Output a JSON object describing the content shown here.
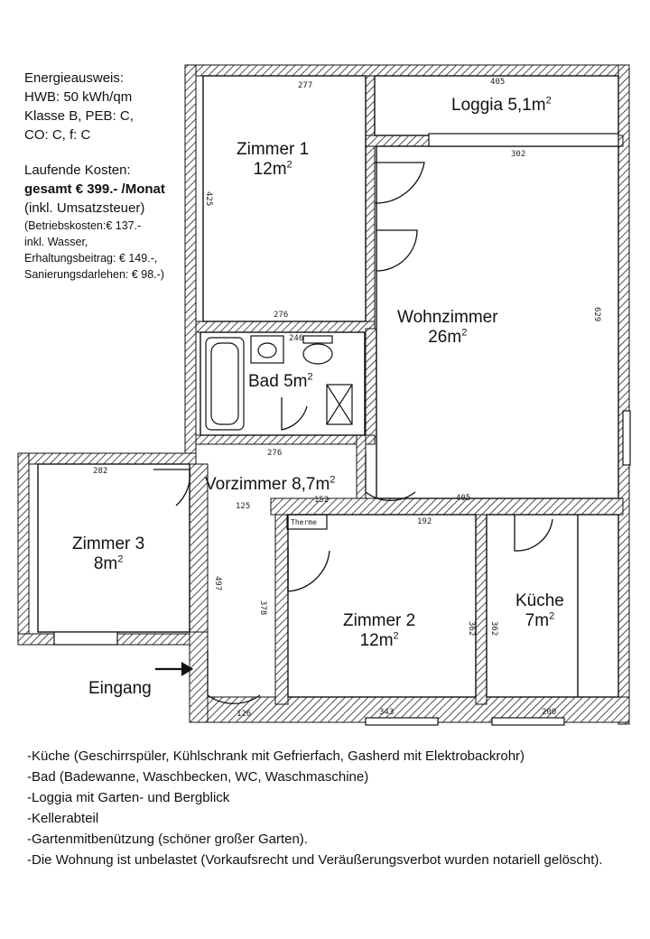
{
  "info": {
    "energy_title": "Energieausweis:",
    "hwb": "HWB: 50 kWh/qm",
    "klasse": "Klasse B, PEB: C,",
    "co": "CO: C, f: C",
    "costs_title": "Laufende Kosten:",
    "total": "gesamt € 399.- /Monat",
    "vat": "(inkl. Umsatzsteuer)",
    "detail1": "(Betriebskosten:€ 137.-",
    "detail2": "inkl. Wasser,",
    "detail3": "Erhaltungsbeitrag: € 149.-,",
    "detail4": "Sanierungsdarlehen: € 98.-)"
  },
  "rooms": {
    "zimmer1": {
      "name": "Zimmer 1",
      "area": "12m",
      "unit_sup": "2"
    },
    "loggia": {
      "name": "Loggia 5,1m",
      "unit_sup": "2"
    },
    "wohnzimmer": {
      "name": "Wohnzimmer",
      "area": "26m",
      "unit_sup": "2"
    },
    "bad": {
      "name": "Bad 5m",
      "unit_sup": "2"
    },
    "vorzimmer": {
      "name": "Vorzimmer 8,7m",
      "unit_sup": "2"
    },
    "zimmer3": {
      "name": "Zimmer 3",
      "area": "8m",
      "unit_sup": "2"
    },
    "zimmer2": {
      "name": "Zimmer 2",
      "area": "12m",
      "unit_sup": "2"
    },
    "kueche": {
      "name": "Küche",
      "area": "7m",
      "unit_sup": "2"
    },
    "eingang": {
      "name": "Eingang"
    }
  },
  "dimensions": {
    "d405_top": "405",
    "d277": "277",
    "d302": "302",
    "d425": "425",
    "d276_a": "276",
    "d246": "246",
    "d629": "629",
    "d276_b": "276",
    "d405_mid": "405",
    "d282": "282",
    "d125": "125",
    "d152": "152",
    "d192": "192",
    "d497": "497",
    "d378": "378",
    "d362_a": "362",
    "d362_b": "362",
    "d126": "126",
    "d343": "343",
    "d200": "200",
    "therme": "Therme"
  },
  "features": [
    "-Küche (Geschirrspüler, Kühlschrank mit Gefrierfach, Gasherd mit Elektrobackrohr)",
    "-Bad (Badewanne, Waschbecken, WC, Waschmaschine)",
    "-Loggia mit Garten- und Bergblick",
    "-Kellerabteil",
    "-Gartenmitbenützung (schöner großer Garten).",
    "-Die Wohnung ist unbelastet (Vorkaufsrecht und Veräußerungsverbot wurden notariell gelöscht)."
  ]
}
